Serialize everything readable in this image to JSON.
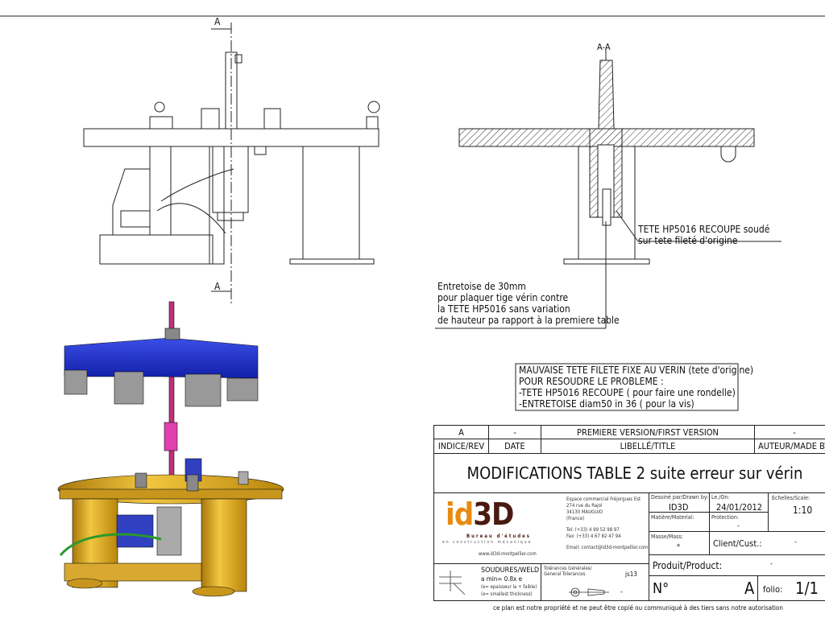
{
  "section_labels": {
    "a_top": "A",
    "a_bottom": "A",
    "aa": "A-A"
  },
  "annotations": {
    "tete_line1": "TETE HP5016 RECOUPE soudé",
    "tete_line2": "sur tete fileté d'origine",
    "entretoise": [
      "Entretoise de 30mm",
      "pour plaquer tige vérin contre",
      "la TETE HP5016 sans variation",
      "de hauteur pa rapport à la premiere table"
    ],
    "box": [
      "MAUVAISE TETE FILETE FIXE AU VERIN (tete d'origine)",
      "POUR RESOUDRE LE PROBLEME :",
      "-TETE HP5016 RECOUPE ( pour faire une rondelle)",
      "-ENTRETOISE diam50 in 36 ( pour la vis)"
    ]
  },
  "title_block": {
    "rev_row": {
      "indice": "A",
      "date": "-",
      "title": "PREMIERE VERSION/FIRST VERSION",
      "author": "-"
    },
    "header_row": {
      "indice": "INDICE/REV",
      "date": "DATE",
      "title": "LIBELLÉ/TITLE",
      "author": "AUTEUR/MADE BY"
    },
    "main_title": "MODIFICATIONS TABLE 2 suite erreur sur vérin",
    "company": {
      "logo": "id3D",
      "tagline1": "Bureau d'études",
      "tagline2": "en construction mécanique",
      "website": "www.id3d-montpellier.com",
      "address": [
        "Espace commercial Fréjorgues Est",
        "274 rue du Rajol",
        "34130 MAUGUIO",
        "(France)"
      ],
      "tel": "Tel: (+33) 4 99 52 98 97",
      "fax": "Fax: (+33) 4 67 82 47 94",
      "email": "Email: contact@id3d-montpellier.com"
    },
    "drawn_by_label": "Dessiné par/Drawn by:",
    "drawn_by": "ID3D",
    "date_label": "Le./On:",
    "date": "24/01/2012",
    "scale_label": "Echelles/Scale:",
    "scale": "1:10",
    "material_label": "Matière/Material:",
    "protection_label": "Protection:",
    "protection": "-",
    "mass_label": "Masse/Mass:",
    "mass": "*",
    "client_label": "Client/Cust.:",
    "client": "-",
    "product_label": "Produit/Product:",
    "product": "-",
    "weld": {
      "title": "SOUDURES/WELD",
      "line1": "a min= 0.8x e",
      "line2": "(e= epaisseur la + faible)",
      "line3": "(e= smallest thickness)"
    },
    "tolerances": {
      "label1": "Tolérances Générales/",
      "label2": "General Tolerances",
      "value": "js13",
      "proj": "-"
    },
    "number_label": "N°",
    "number": "A",
    "folio_label": "folio:",
    "folio": "1/1"
  },
  "footer": "ce plan est notre propriété et ne peut être copié ou communiqué à des tiers sans notre autorisation"
}
